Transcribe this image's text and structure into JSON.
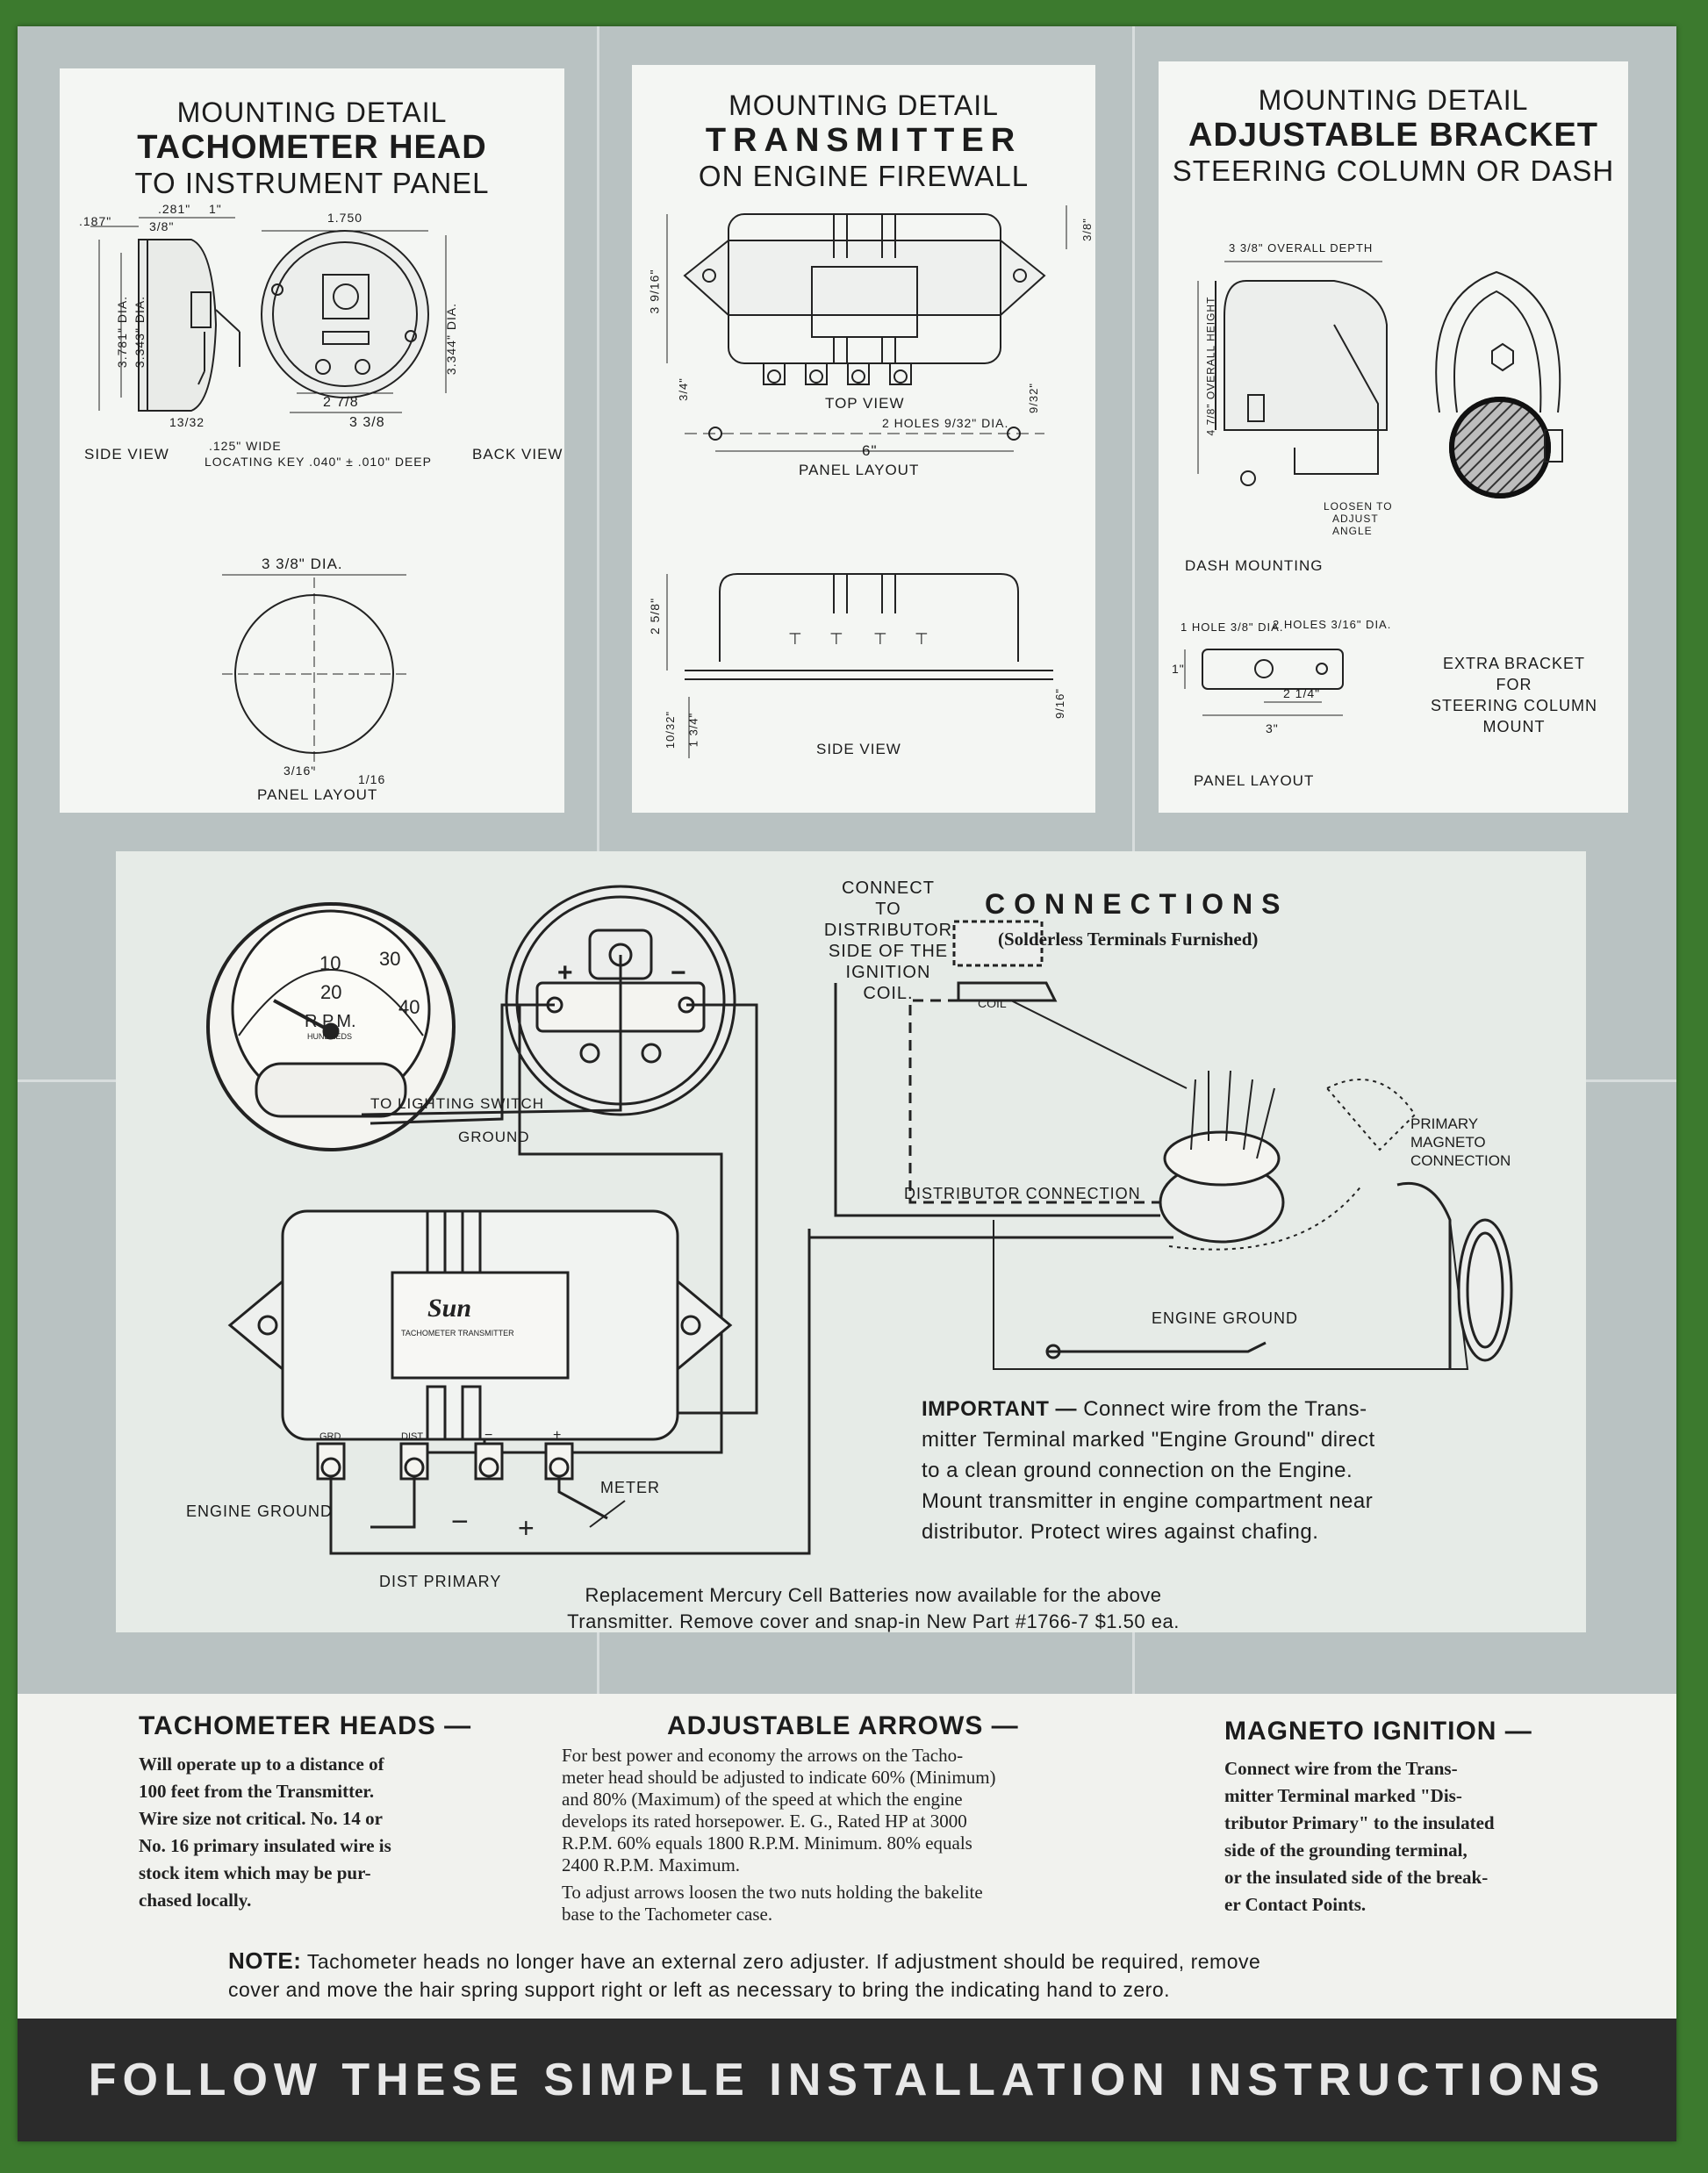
{
  "panels": {
    "tach": {
      "line1": "MOUNTING DETAIL",
      "line2": "TACHOMETER HEAD",
      "line3": "TO INSTRUMENT PANEL",
      "side_view": "SIDE VIEW",
      "back_view": "BACK VIEW",
      "key_note1": ".125\" WIDE",
      "key_note2": "LOCATING KEY .040\" ± .010\" DEEP",
      "panel_layout": "PANEL LAYOUT",
      "dims": {
        "d187": ".187\"",
        "d281": ".281\"",
        "d1": "1\"",
        "d38": "3/8\"",
        "d1750": "1.750",
        "dia3781": "3.781\" DIA.",
        "dia3343": "3.343\" DIA.",
        "dia3344": "3.344\" DIA.",
        "d2_7_8": "2 7/8",
        "d3_3_8": "3 3/8",
        "d13_32": "13/32",
        "panel_dia": "3 3/8\" DIA.",
        "d3_16": "3/16\"",
        "d1_16": "1/16"
      }
    },
    "transmitter": {
      "line1": "MOUNTING DETAIL",
      "line2": "TRANSMITTER",
      "line3": "ON ENGINE FIREWALL",
      "top_view": "TOP VIEW",
      "holes": "2 HOLES 9/32\" DIA.",
      "six": "6\"",
      "panel_layout": "PANEL LAYOUT",
      "side_view": "SIDE VIEW",
      "dims": {
        "d3_8a": "3/8\"",
        "d9_32": "9/32\"",
        "d3_9_16": "3 9/16\"",
        "d3_4": "3/4\"",
        "d2_5_8": "2 5/8\"",
        "d9_16": "9/16\"",
        "d10_32": "10/32\"",
        "d1_3_4": "1 3/4\""
      }
    },
    "bracket": {
      "line1": "MOUNTING DETAIL",
      "line2": "ADJUSTABLE BRACKET",
      "line3": "STEERING COLUMN OR DASH",
      "overall_depth": "3 3/8\" OVERALL DEPTH",
      "overall_height": "4 7/8\" OVERALL HEIGHT",
      "loosen1": "LOOSEN TO",
      "loosen2": "ADJUST",
      "loosen3": "ANGLE",
      "dash_mounting": "DASH MOUNTING",
      "one_hole": "1 HOLE 3/8\" DIA.",
      "two_holes": "2 HOLES 3/16\" DIA.",
      "extra1": "EXTRA BRACKET",
      "extra2": "FOR",
      "extra3": "STEERING COLUMN",
      "extra4": "MOUNT",
      "panel_layout": "PANEL LAYOUT",
      "dims": {
        "d1": "1\"",
        "d2_1_4": "2 1/4\"",
        "d3": "3\""
      }
    }
  },
  "connections": {
    "title": "CONNECTIONS",
    "subtitle": "(Solderless Terminals Furnished)",
    "connect_note": [
      "CONNECT",
      "TO",
      "DISTRIBUTOR",
      "SIDE OF THE",
      "IGNITION",
      "COIL."
    ],
    "coil": "COIL",
    "lighting": "TO LIGHTING SWITCH",
    "ground": "GROUND",
    "primary_magneto": [
      "PRIMARY",
      "MAGNETO",
      "CONNECTION"
    ],
    "distributor_connection": "DISTRIBUTOR CONNECTION",
    "engine_ground_right": "ENGINE GROUND",
    "engine_ground_left": "ENGINE GROUND",
    "dist_primary": "DIST PRIMARY",
    "meter": "METER",
    "minus": "−",
    "plus": "+",
    "gauge": {
      "n10": "10",
      "n20": "20",
      "n30": "30",
      "n40": "40",
      "rpm": "R.P.M.",
      "hundreds": "HUNDREDS"
    },
    "transmitter_label": {
      "brand": "Sun",
      "name": "TACHOMETER TRANSMITTER",
      "terminals": [
        "GRD.",
        "DIST.",
        "−",
        "+"
      ]
    },
    "important_lead": "IMPORTANT —",
    "important_lines": [
      "Connect wire from the Trans-",
      "mitter Terminal marked \"Engine Ground\" direct",
      "to a clean ground connection on the Engine.",
      "Mount transmitter in engine compartment near",
      "distributor. Protect wires against chafing."
    ],
    "replacement_lines": [
      "Replacement Mercury Cell Batteries now available for the above",
      "Transmitter. Remove cover and snap-in New Part #1766-7 $1.50 ea."
    ]
  },
  "columns": {
    "tach_heads": {
      "title": "TACHOMETER HEADS —",
      "lines": [
        "Will operate up to a distance of",
        "100 feet from the Transmitter.",
        "Wire size not critical. No. 14 or",
        "No. 16 primary insulated wire is",
        "stock item which may be pur-",
        "chased locally."
      ]
    },
    "arrows": {
      "title": "ADJUSTABLE ARROWS —",
      "lines": [
        "For best power and economy the arrows on the Tacho-",
        "meter head should be adjusted to indicate 60% (Minimum)",
        "and 80% (Maximum) of the speed at which the engine",
        "develops its rated horsepower. E. G., Rated HP at 3000",
        "R.P.M. 60% equals 1800 R.P.M. Minimum. 80% equals",
        "2400 R.P.M. Maximum."
      ],
      "lines2": [
        "To adjust arrows loosen the two nuts holding the bakelite",
        "base to the Tachometer case."
      ]
    },
    "magneto": {
      "title": "MAGNETO IGNITION —",
      "lines": [
        "Connect wire from the Trans-",
        "mitter Terminal marked \"Dis-",
        "tributor Primary\" to the insulated",
        "side of the grounding terminal,",
        "or the insulated side of the break-",
        "er Contact Points."
      ]
    },
    "note_lead": "NOTE:",
    "note_line1": "Tachometer heads no longer have an external zero adjuster.  If adjustment should be required, remove",
    "note_line2": "cover and move the hair spring support right or left as necessary to bring the indicating hand to zero."
  },
  "footer": "FOLLOW THESE SIMPLE INSTALLATION INSTRUCTIONS",
  "colors": {
    "background": "#3c7a2e",
    "sheet": "#b9c2c2",
    "panel": "#f4f6f3",
    "footer": "#2b2b2b"
  }
}
